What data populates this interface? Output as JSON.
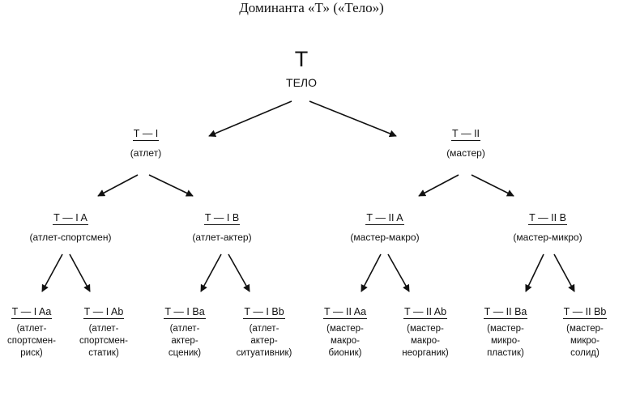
{
  "title": "Доминанта «Т» («Тело»)",
  "root": {
    "letter": "Т",
    "label": "ТЕЛО"
  },
  "level1": [
    {
      "code": "Т — I",
      "desc": "(атлет)"
    },
    {
      "code": "Т — II",
      "desc": "(мастер)"
    }
  ],
  "level2": [
    {
      "code": "Т — I A",
      "desc": "(атлет-спортсмен)"
    },
    {
      "code": "Т — I B",
      "desc": "(атлет-актер)"
    },
    {
      "code": "Т — II A",
      "desc": "(мастер-макро)"
    },
    {
      "code": "Т — II B",
      "desc": "(мастер-микро)"
    }
  ],
  "level3": [
    {
      "code": "Т — I Aa",
      "desc": [
        "(атлет-",
        "спортсмен-",
        "риск)"
      ]
    },
    {
      "code": "Т — I Ab",
      "desc": [
        "(атлет-",
        "спортсмен-",
        "статик)"
      ]
    },
    {
      "code": "Т — I Ba",
      "desc": [
        "(атлет-",
        "актер-",
        "сценик)"
      ]
    },
    {
      "code": "Т — I Bb",
      "desc": [
        "(атлет-",
        "актер-",
        "ситуативник)"
      ]
    },
    {
      "code": "Т — II Aa",
      "desc": [
        "(мастер-",
        "макро-",
        "бионик)"
      ]
    },
    {
      "code": "Т — II Ab",
      "desc": [
        "(мастер-",
        "макро-",
        "неорганик)"
      ]
    },
    {
      "code": "Т — II Ba",
      "desc": [
        "(мастер-",
        "микро-",
        "пластик)"
      ]
    },
    {
      "code": "Т — II Bb",
      "desc": [
        "(мастер-",
        "микро-",
        "солид)"
      ]
    }
  ]
}
